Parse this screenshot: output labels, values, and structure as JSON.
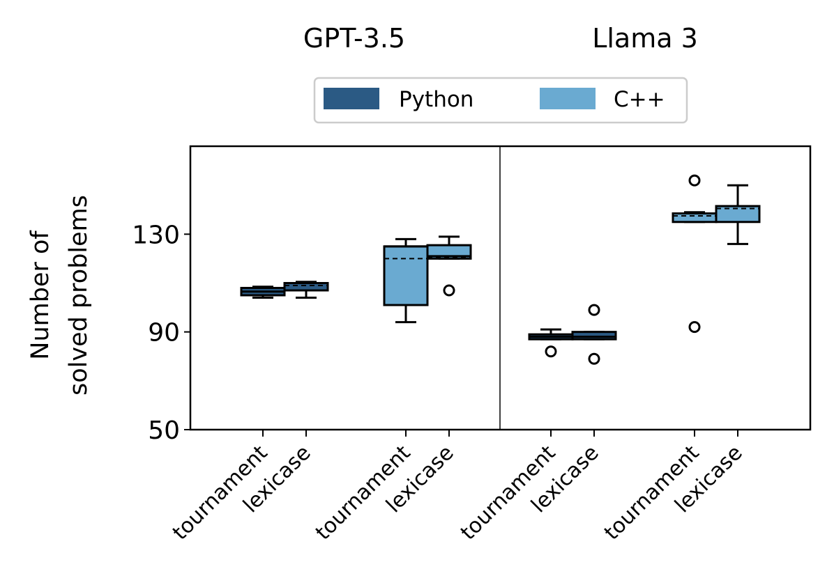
{
  "chart_data": {
    "type": "box",
    "panels": [
      "GPT-3.5",
      "Llama 3"
    ],
    "categories": [
      "tournament",
      "lexicase"
    ],
    "languages": [
      "Python",
      "C++"
    ],
    "colors": {
      "Python": "#2b5a84",
      "C++": "#6aaad1"
    },
    "ylabel": [
      "Number of",
      "solved problems"
    ],
    "yticks": [
      50,
      90,
      130
    ],
    "ylim": [
      50,
      166
    ],
    "legend": {
      "position": "top",
      "entries": [
        "Python",
        "C++"
      ]
    },
    "boxes": [
      {
        "panel": "GPT-3.5",
        "language": "Python",
        "selection": "tournament",
        "whislo": 104,
        "q1": 105,
        "med": 106.5,
        "q3": 108,
        "whishi": 108.5,
        "mean": 106.5,
        "fliers": []
      },
      {
        "panel": "GPT-3.5",
        "language": "Python",
        "selection": "lexicase",
        "whislo": 104,
        "q1": 107,
        "med": 110,
        "q3": 110,
        "whishi": 110.5,
        "mean": 109,
        "fliers": []
      },
      {
        "panel": "GPT-3.5",
        "language": "C++",
        "selection": "tournament",
        "whislo": 94,
        "q1": 101,
        "med": 125,
        "q3": 125,
        "whishi": 128,
        "mean": 120,
        "fliers": []
      },
      {
        "panel": "GPT-3.5",
        "language": "C++",
        "selection": "lexicase",
        "whislo": 120,
        "q1": 120,
        "med": 121,
        "q3": 125.5,
        "whishi": 129,
        "mean": 120.5,
        "fliers": [
          107
        ]
      },
      {
        "panel": "Llama 3",
        "language": "Python",
        "selection": "tournament",
        "whislo": 87,
        "q1": 87,
        "med": 88,
        "q3": 89,
        "whishi": 91,
        "mean": 88,
        "fliers": [
          82
        ]
      },
      {
        "panel": "Llama 3",
        "language": "Python",
        "selection": "lexicase",
        "whislo": 87,
        "q1": 87,
        "med": 88,
        "q3": 90,
        "whishi": 90,
        "mean": 88,
        "fliers": [
          79,
          99
        ]
      },
      {
        "panel": "Llama 3",
        "language": "C++",
        "selection": "tournament",
        "whislo": 135,
        "q1": 135,
        "med": 138.5,
        "q3": 138.5,
        "whishi": 139,
        "mean": 137.5,
        "fliers": [
          92,
          152
        ]
      },
      {
        "panel": "Llama 3",
        "language": "C++",
        "selection": "lexicase",
        "whislo": 126,
        "q1": 135,
        "med": 141.5,
        "q3": 141.5,
        "whishi": 150,
        "mean": 140.5,
        "fliers": []
      }
    ]
  }
}
